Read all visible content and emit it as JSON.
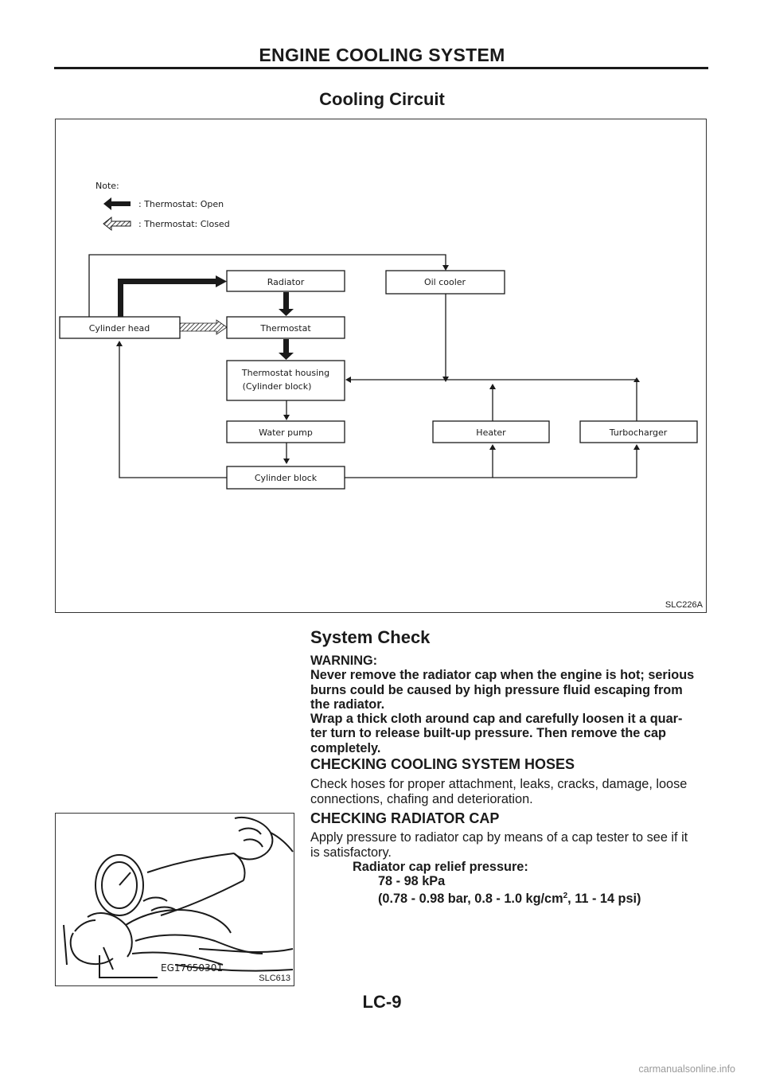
{
  "header": {
    "title": "ENGINE COOLING SYSTEM"
  },
  "section_title": "Cooling Circuit",
  "diagram": {
    "note_label": "Note:",
    "legend_open": ": Thermostat: Open",
    "legend_closed": ": Thermostat: Closed",
    "boxes": {
      "radiator": "Radiator",
      "oil_cooler": "Oil cooler",
      "cylinder_head": "Cylinder head",
      "thermostat": "Thermostat",
      "thermostat_housing_1": "Thermostat housing",
      "thermostat_housing_2": "(Cylinder block)",
      "water_pump": "Water pump",
      "heater": "Heater",
      "turbocharger": "Turbocharger",
      "cylinder_block": "Cylinder block"
    },
    "figure_id": "SLC226A"
  },
  "system_check": {
    "title": "System Check",
    "warning_lines": [
      "WARNING:",
      "Never remove the radiator cap when the engine is hot; serious",
      "burns could be caused by high pressure fluid escaping from",
      "the radiator.",
      "Wrap a thick cloth around cap and carefully loosen it a quar-",
      "ter turn to release built-up pressure. Then remove the cap",
      "completely."
    ],
    "hoses_title": "CHECKING COOLING SYSTEM HOSES",
    "hoses_lines": [
      "Check hoses for proper attachment, leaks, cracks, damage, loose",
      "connections, chafing and deterioration."
    ],
    "cap_title": "CHECKING RADIATOR CAP",
    "cap_lines": [
      "Apply pressure to radiator cap by means of a cap tester to see if it",
      "is satisfactory."
    ],
    "spec_label": "Radiator cap relief pressure:",
    "spec_value": "78 - 98 kPa",
    "spec_alt_a": "(0.78 - 0.98 bar, 0.8 - 1.0 kg/cm",
    "spec_alt_sup": "2",
    "spec_alt_b": ", 11 - 14 psi)"
  },
  "photo": {
    "tool_label": "EG17650301",
    "figure_id": "SLC613"
  },
  "page_number": "LC-9",
  "watermark": "carmanualsonline.info"
}
